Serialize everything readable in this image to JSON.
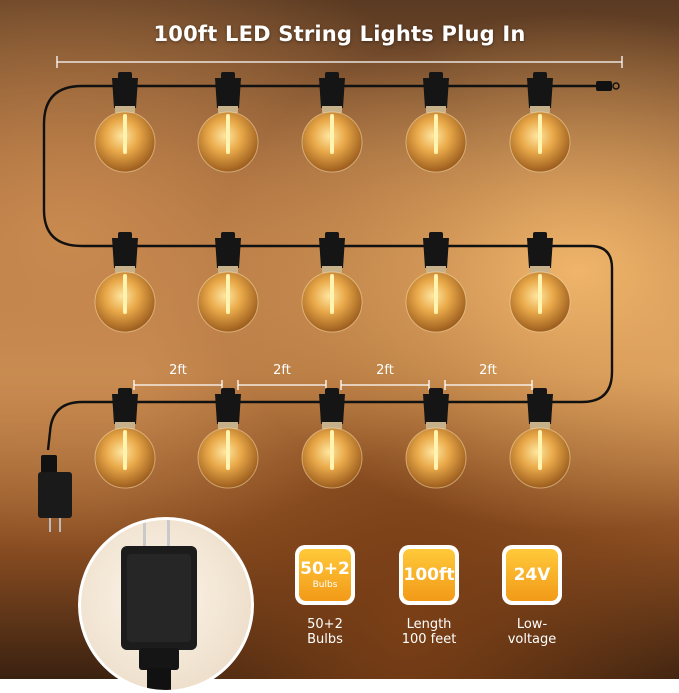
{
  "title": "100ft LED String Lights Plug In",
  "spacing_labels": [
    "2ft",
    "2ft",
    "2ft",
    "2ft"
  ],
  "badges": [
    {
      "value": "50+2",
      "sub": "Bulbs",
      "caption_line1": "50+2",
      "caption_line2": "Bulbs"
    },
    {
      "value": "100ft",
      "sub": "",
      "caption_line1": "Length",
      "caption_line2": "100 feet"
    },
    {
      "value": "24V",
      "sub": "",
      "caption_line1": "Low-",
      "caption_line2": "voltage"
    }
  ],
  "colors": {
    "accent": "#f5a623",
    "bulb": "#e9a949",
    "cable": "#111111"
  },
  "icons": {
    "bulb": "bulb-icon",
    "adapter": "power-adapter-icon",
    "plug": "plug-icon"
  }
}
